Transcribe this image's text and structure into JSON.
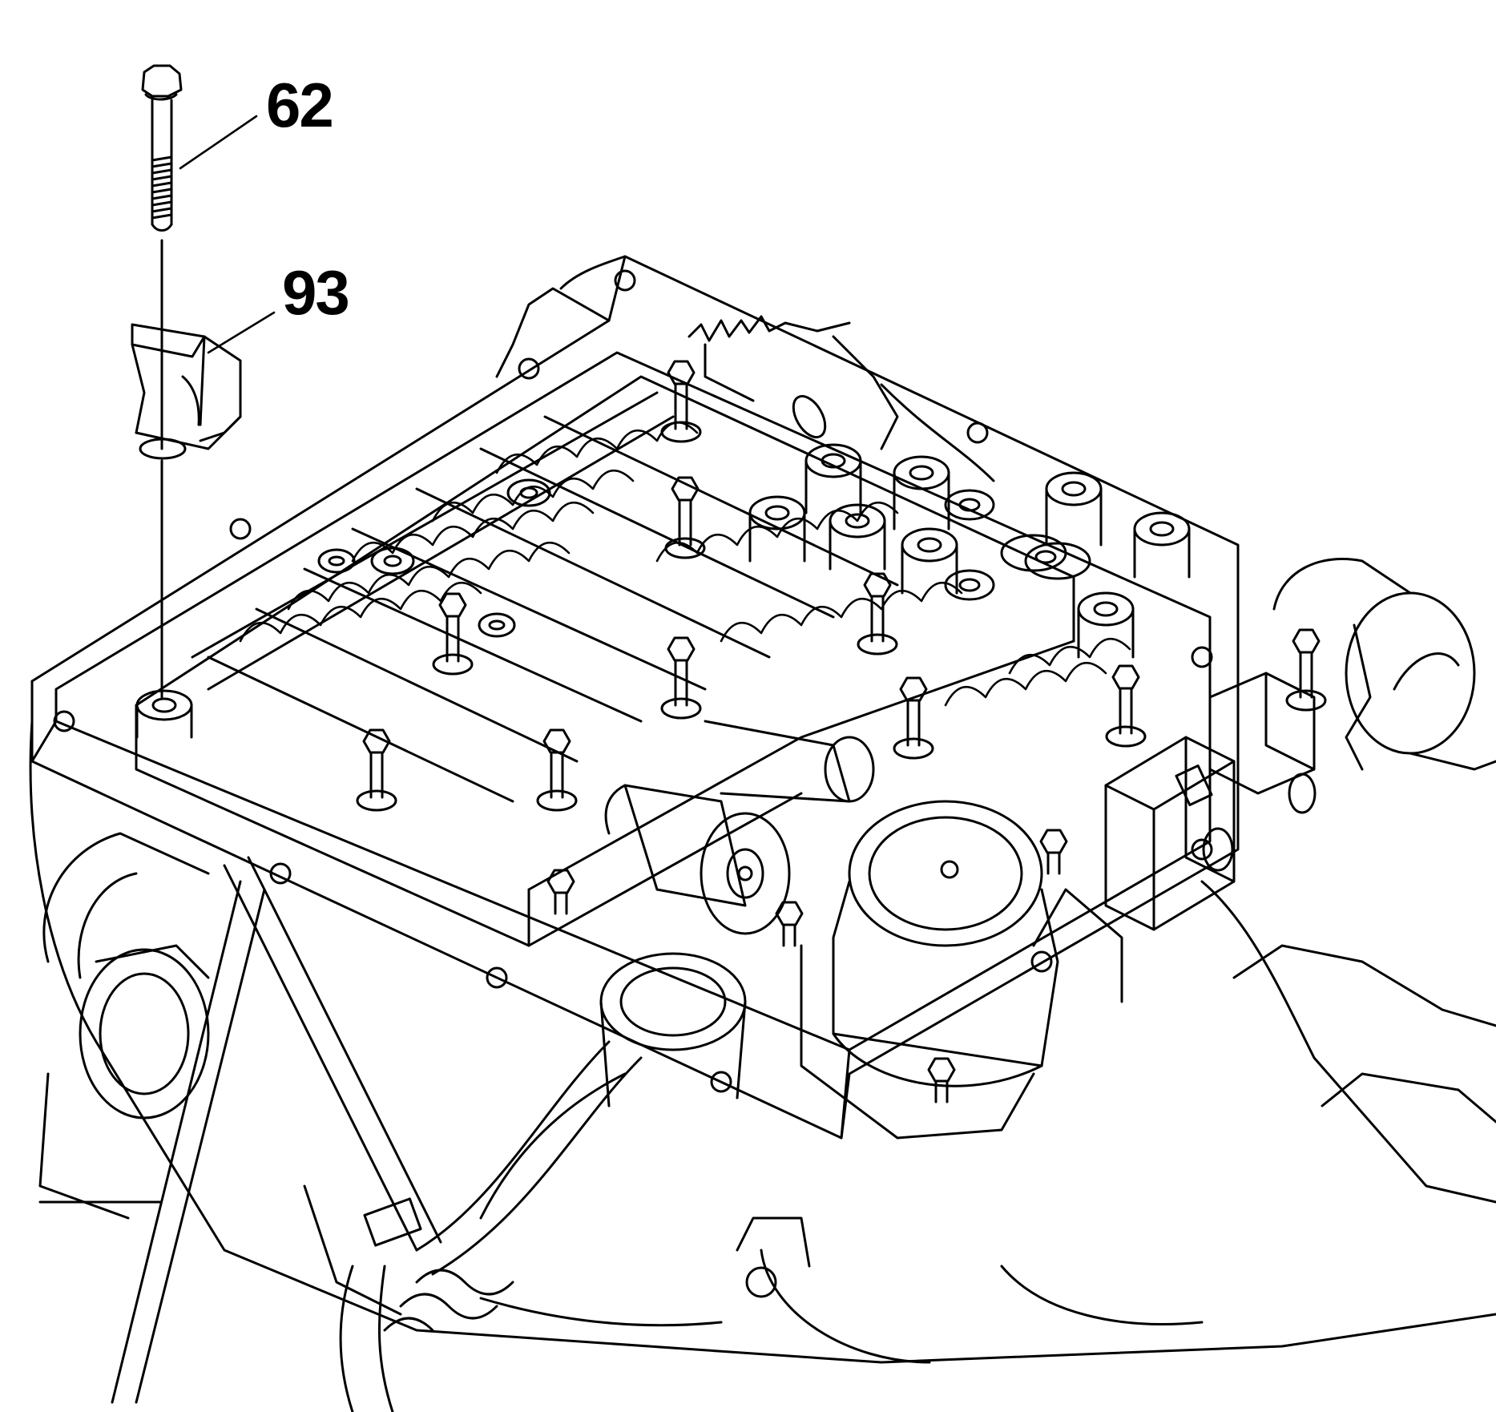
{
  "diagram": {
    "callouts": [
      {
        "id": "62",
        "label": "62",
        "part": "bolt"
      },
      {
        "id": "93",
        "label": "93",
        "part": "bracket"
      }
    ],
    "colors": {
      "ink": "#000000",
      "paper": "#ffffff"
    }
  }
}
